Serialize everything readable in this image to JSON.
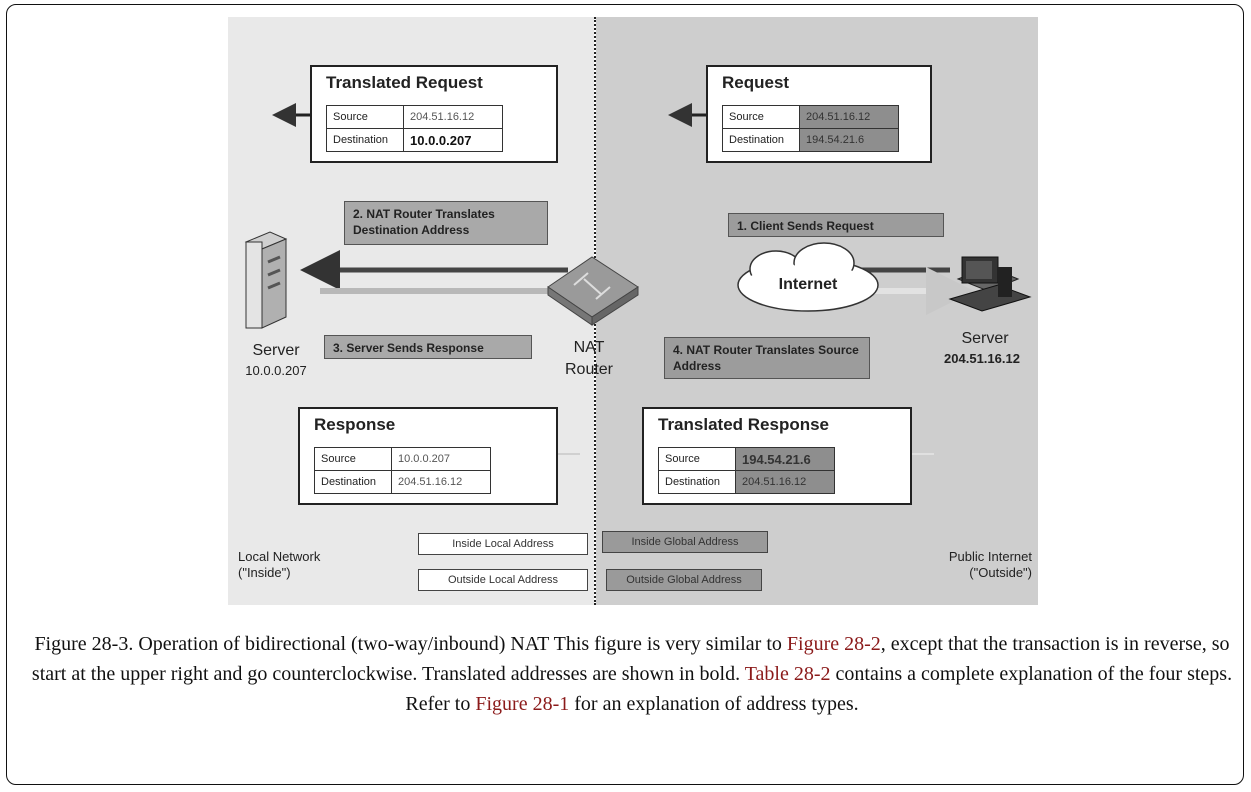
{
  "diagram": {
    "translated_request": {
      "title": "Translated Request",
      "source_label": "Source",
      "source_value": "204.51.16.12",
      "destination_label": "Destination",
      "destination_value": "10.0.0.207"
    },
    "request": {
      "title": "Request",
      "source_label": "Source",
      "source_value": "204.51.16.12",
      "destination_label": "Destination",
      "destination_value": "194.54.21.6"
    },
    "response": {
      "title": "Response",
      "source_label": "Source",
      "source_value": "10.0.0.207",
      "destination_label": "Destination",
      "destination_value": "204.51.16.12"
    },
    "translated_response": {
      "title": "Translated Response",
      "source_label": "Source",
      "source_value": "194.54.21.6",
      "destination_label": "Destination",
      "destination_value": "204.51.16.12"
    },
    "steps": {
      "step1": "1. Client Sends Request",
      "step2": "2. NAT Router Translates Destination Address",
      "step3": "3. Server Sends Response",
      "step4": "4. NAT Router Translates Source  Address"
    },
    "internet_label": "Internet",
    "router_label": "NAT Router",
    "server_local": {
      "name": "Server",
      "ip": "10.0.0.207"
    },
    "server_remote": {
      "name": "Server",
      "ip": "204.51.16.12"
    },
    "local_network": "Local Network (\"Inside\")",
    "public_internet": "Public Internet (\"Outside\")",
    "legend": {
      "inside_local": "Inside Local Address",
      "outside_local": "Outside Local Address",
      "inside_global": "Inside Global Address",
      "outside_global": "Outside Global Address"
    }
  },
  "caption": {
    "part1": "Figure 28-3. Operation of bidirectional (two-way/inbound) NAT This figure is very similar to",
    "link1": "Figure 28-2",
    "part2": ", except that the transaction is in reverse, so start at the upper right and go counterclockwise. Translated addresses are shown in bold.",
    "link2": "Table 28-2",
    "part3": "contains a complete explanation of the four steps. Refer to",
    "link3": "Figure 28-1",
    "part4": "for an explanation of address types."
  }
}
